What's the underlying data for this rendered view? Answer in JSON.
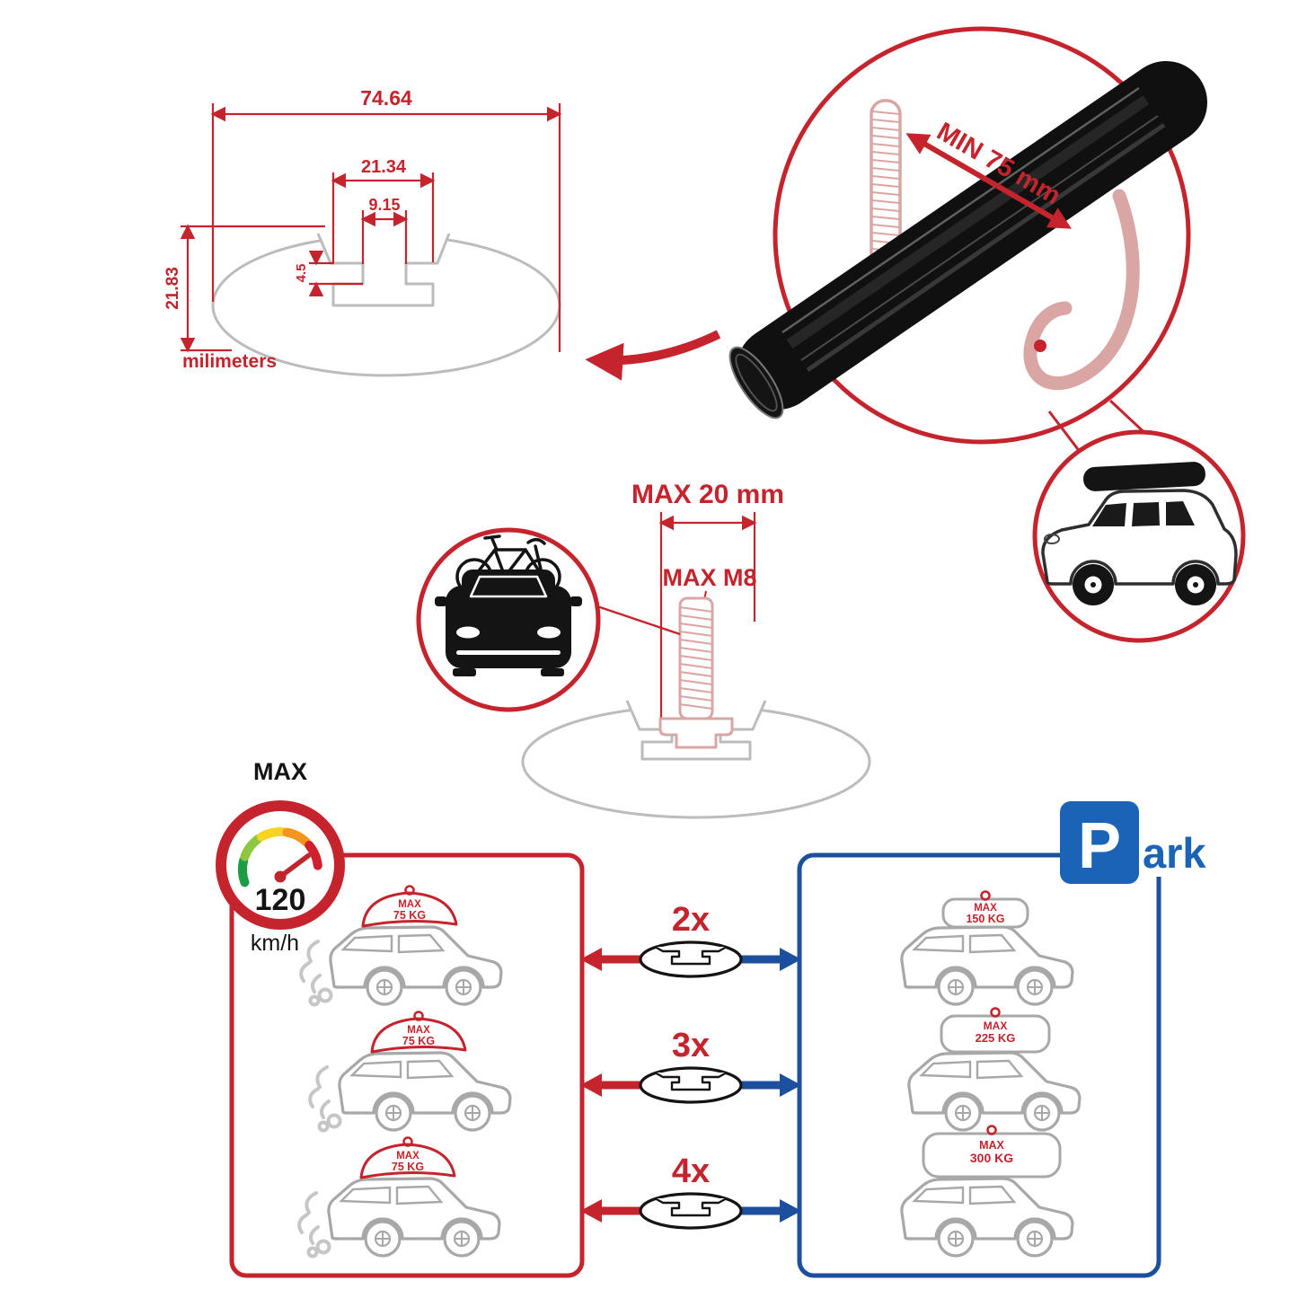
{
  "colors": {
    "red": "#c5242c",
    "blue": "#1c4f9e",
    "sign_blue": "#1a63b7",
    "diagram_gray": "#bcbcbc",
    "car_gray": "#a8a8a8",
    "bar_black": "#101010"
  },
  "dimension_diagram": {
    "total_width": "74.64",
    "channel_outer_width": "21.34",
    "slot_width": "9.15",
    "lip_depth": "4.5",
    "total_height": "21.83",
    "units_label": "milimeters"
  },
  "clamp_detail": {
    "min_grip_label": "MIN 75 mm"
  },
  "bolt_detail": {
    "max_length_label": "MAX 20 mm",
    "max_thread_label": "MAX M8"
  },
  "speed_limit": {
    "label": "MAX",
    "value": "120",
    "unit": "km/h"
  },
  "parking_sign": {
    "letter": "P",
    "suffix": "ark"
  },
  "capacity": {
    "rows": [
      {
        "count": "2x",
        "driving_load": {
          "line1": "MAX",
          "line2": "75 KG"
        },
        "parked_load": {
          "line1": "MAX",
          "line2": "150 KG"
        }
      },
      {
        "count": "3x",
        "driving_load": {
          "line1": "MAX",
          "line2": "75 KG"
        },
        "parked_load": {
          "line1": "MAX",
          "line2": "225 KG"
        }
      },
      {
        "count": "4x",
        "driving_load": {
          "line1": "MAX",
          "line2": "75 KG"
        },
        "parked_load": {
          "line1": "MAX",
          "line2": "300 KG"
        }
      }
    ]
  }
}
